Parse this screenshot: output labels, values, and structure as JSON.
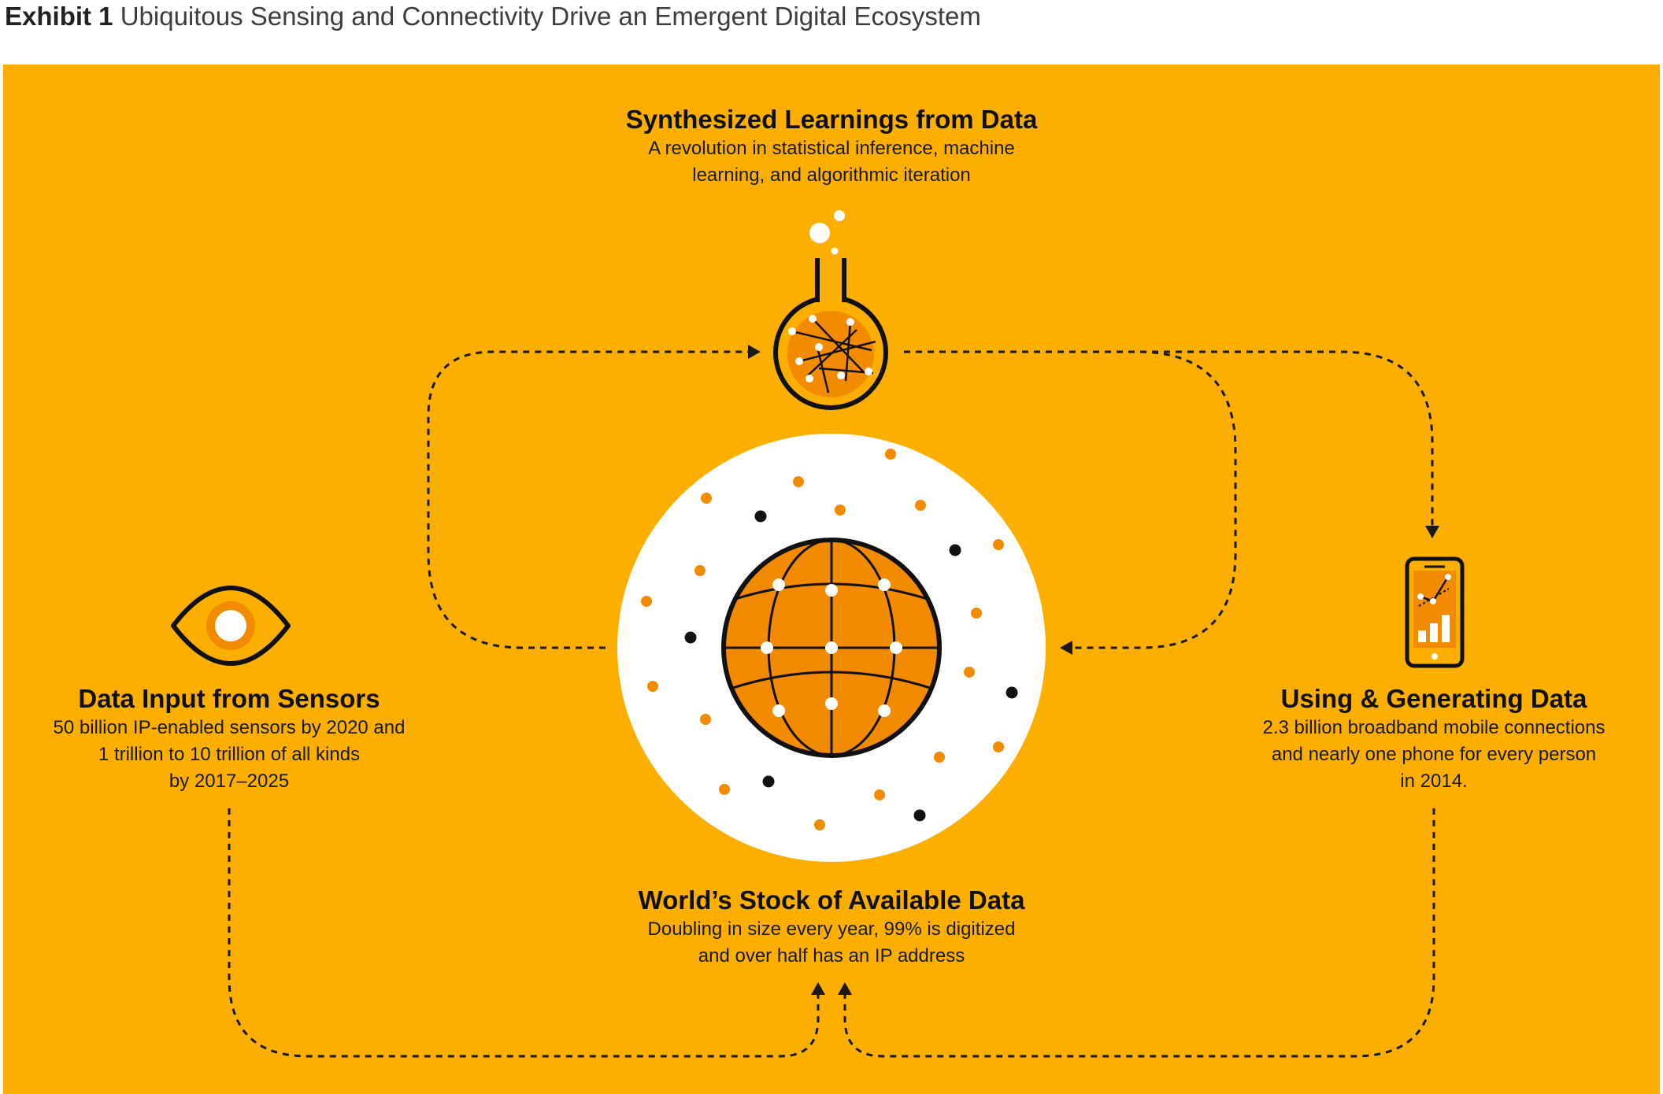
{
  "header": {
    "exhibit_label": "Exhibit 1",
    "title": "Ubiquitous Sensing and Connectivity Drive an Emergent Digital Ecosystem"
  },
  "colors": {
    "background": "#FDAF00",
    "accent_orange": "#F38B00",
    "ink": "#111111",
    "white": "#FFFFFF"
  },
  "nodes": {
    "learnings": {
      "heading": "Synthesized Learnings from Data",
      "description": "A revolution in statistical inference, machine\nlearning, and algorithmic iteration",
      "icon": "flask-icon"
    },
    "sensors": {
      "heading": "Data Input from Sensors",
      "description": "50 billion IP-enabled sensors by 2020 and\n1 trillion to 10 trillion of all kinds\nby 2017–2025",
      "icon": "eye-icon"
    },
    "using": {
      "heading": "Using & Generating Data",
      "description": "2.3 billion broadband mobile connections\nand nearly one phone for every person\nin 2014.",
      "icon": "smartphone-icon"
    },
    "stock": {
      "heading": "World’s Stock of Available Data",
      "description": "Doubling in size every year, 99% is digitized\nand over half has an IP address",
      "icon": "globe-icon"
    }
  }
}
